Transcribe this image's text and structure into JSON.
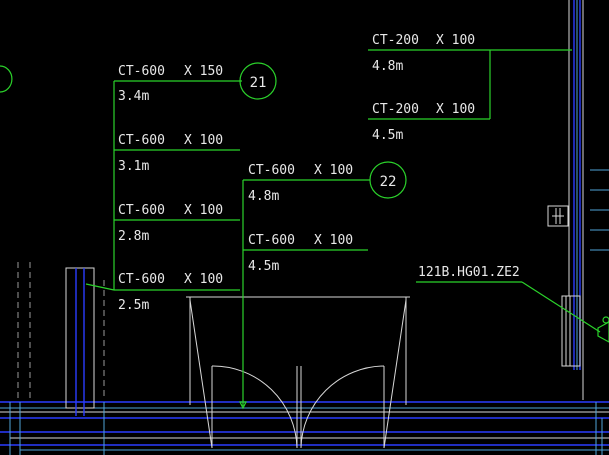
{
  "labels": {
    "l1_type": "CT-600",
    "l1_size": "X 150",
    "l1_elev": "3.4m",
    "l2_type": "CT-600",
    "l2_size": "X 100",
    "l2_elev": "3.1m",
    "l3_type": "CT-600",
    "l3_size": "X 100",
    "l3_elev": "2.8m",
    "l4_type": "CT-600",
    "l4_size": "X 100",
    "l4_elev": "2.5m",
    "m1_type": "CT-600",
    "m1_size": "X 100",
    "m1_elev": "4.8m",
    "m2_type": "CT-600",
    "m2_size": "X 100",
    "m2_elev": "4.5m",
    "r1_type": "CT-200",
    "r1_size": "X 100",
    "r1_elev": "4.8m",
    "r2_type": "CT-200",
    "r2_size": "X 100",
    "r2_elev": "4.5m",
    "equipment_tag": "121B.HG01.ZE2"
  },
  "bubbles": {
    "b21": "21",
    "b22": "22"
  },
  "colors": {
    "background": "#000000",
    "leader": "#2bd22b",
    "text": "#e8e8e8",
    "wall": "#2a3cff",
    "outline": "#d8d8d8"
  }
}
